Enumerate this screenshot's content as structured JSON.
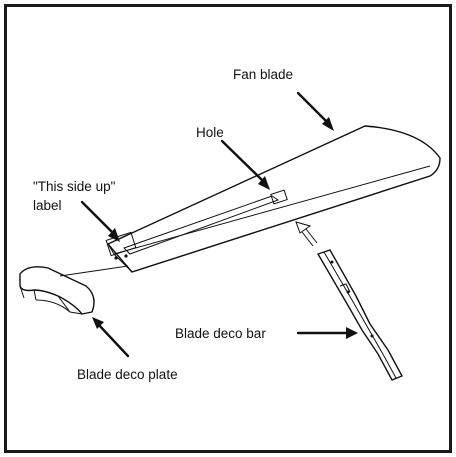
{
  "labels": {
    "fan_blade": "Fan blade",
    "hole": "Hole",
    "this_side_up_line1": "\"This side up\"",
    "this_side_up_line2": "label",
    "blade_deco_bar": "Blade deco bar",
    "blade_deco_plate": "Blade deco plate"
  },
  "colors": {
    "ink": "#111111",
    "background": "#ffffff"
  }
}
